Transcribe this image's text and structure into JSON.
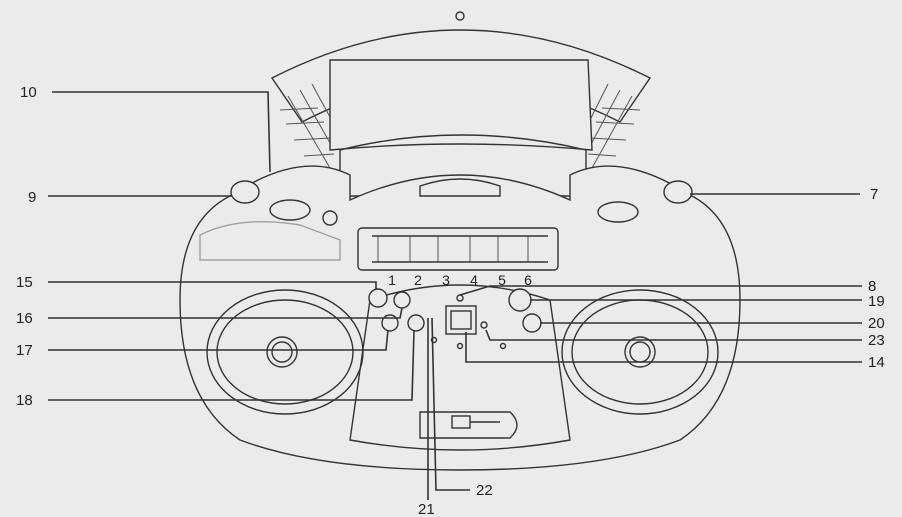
{
  "callouts": {
    "c7": "7",
    "c8": "8",
    "c9": "9",
    "c10": "10",
    "c14": "14",
    "c15": "15",
    "c16": "16",
    "c17": "17",
    "c18": "18",
    "c19": "19",
    "c20": "20",
    "c21": "21",
    "c22": "22",
    "c23": "23"
  },
  "presets": [
    "1",
    "2",
    "3",
    "4",
    "5",
    "6"
  ]
}
